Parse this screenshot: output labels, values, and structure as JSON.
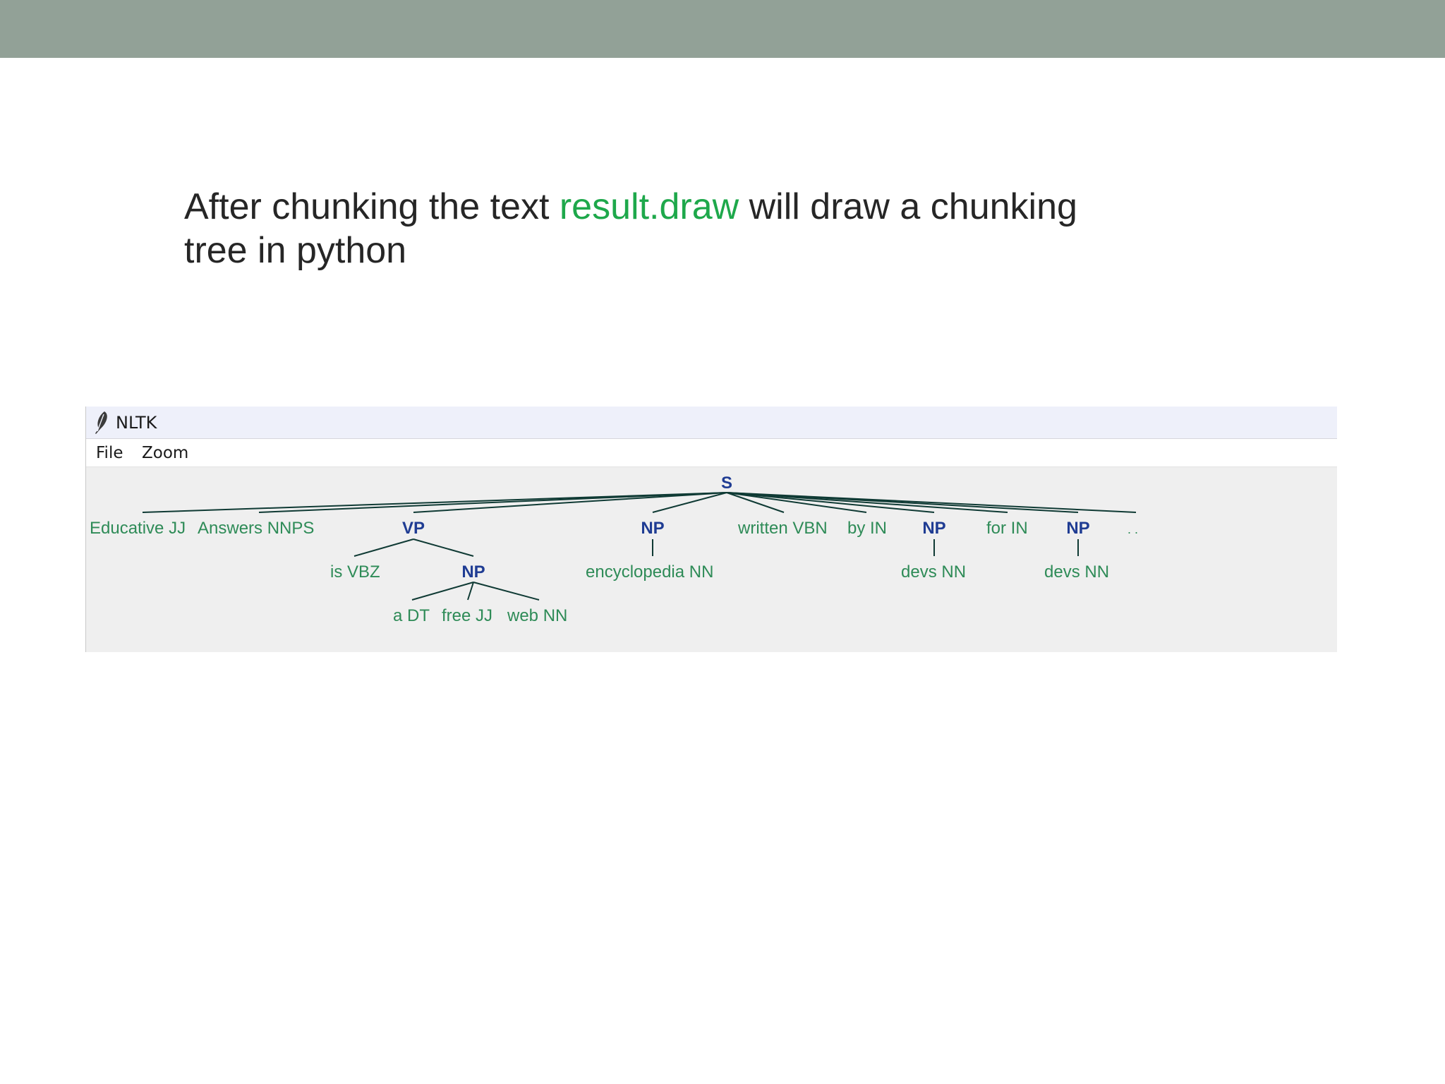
{
  "slide": {
    "text_before": "After chunking the text ",
    "text_highlight": "result.draw",
    "text_after": " will draw a chunking",
    "text_line2": "tree in python"
  },
  "window": {
    "title": "NLTK",
    "icon": "feather-icon",
    "menu": [
      "File",
      "Zoom"
    ]
  },
  "tree": {
    "root": "S",
    "level1": [
      "Educative JJ",
      "Answers NNPS",
      "VP",
      "NP",
      "written VBN",
      "by IN",
      "NP",
      "for IN",
      "NP",
      ". ."
    ],
    "vp_children": [
      "is VBZ",
      "NP"
    ],
    "vp_np_children": [
      "a DT",
      "free JJ",
      "web NN"
    ],
    "np1_child": "encyclopedia NN",
    "np2_child": "devs NN",
    "np3_child": "devs NN"
  },
  "colors": {
    "header_band": "#92a197",
    "highlight": "#1ea84b",
    "leaf_text": "#2e8b57",
    "node_text": "#1f3c93",
    "tree_lines": "#0f3a34"
  }
}
